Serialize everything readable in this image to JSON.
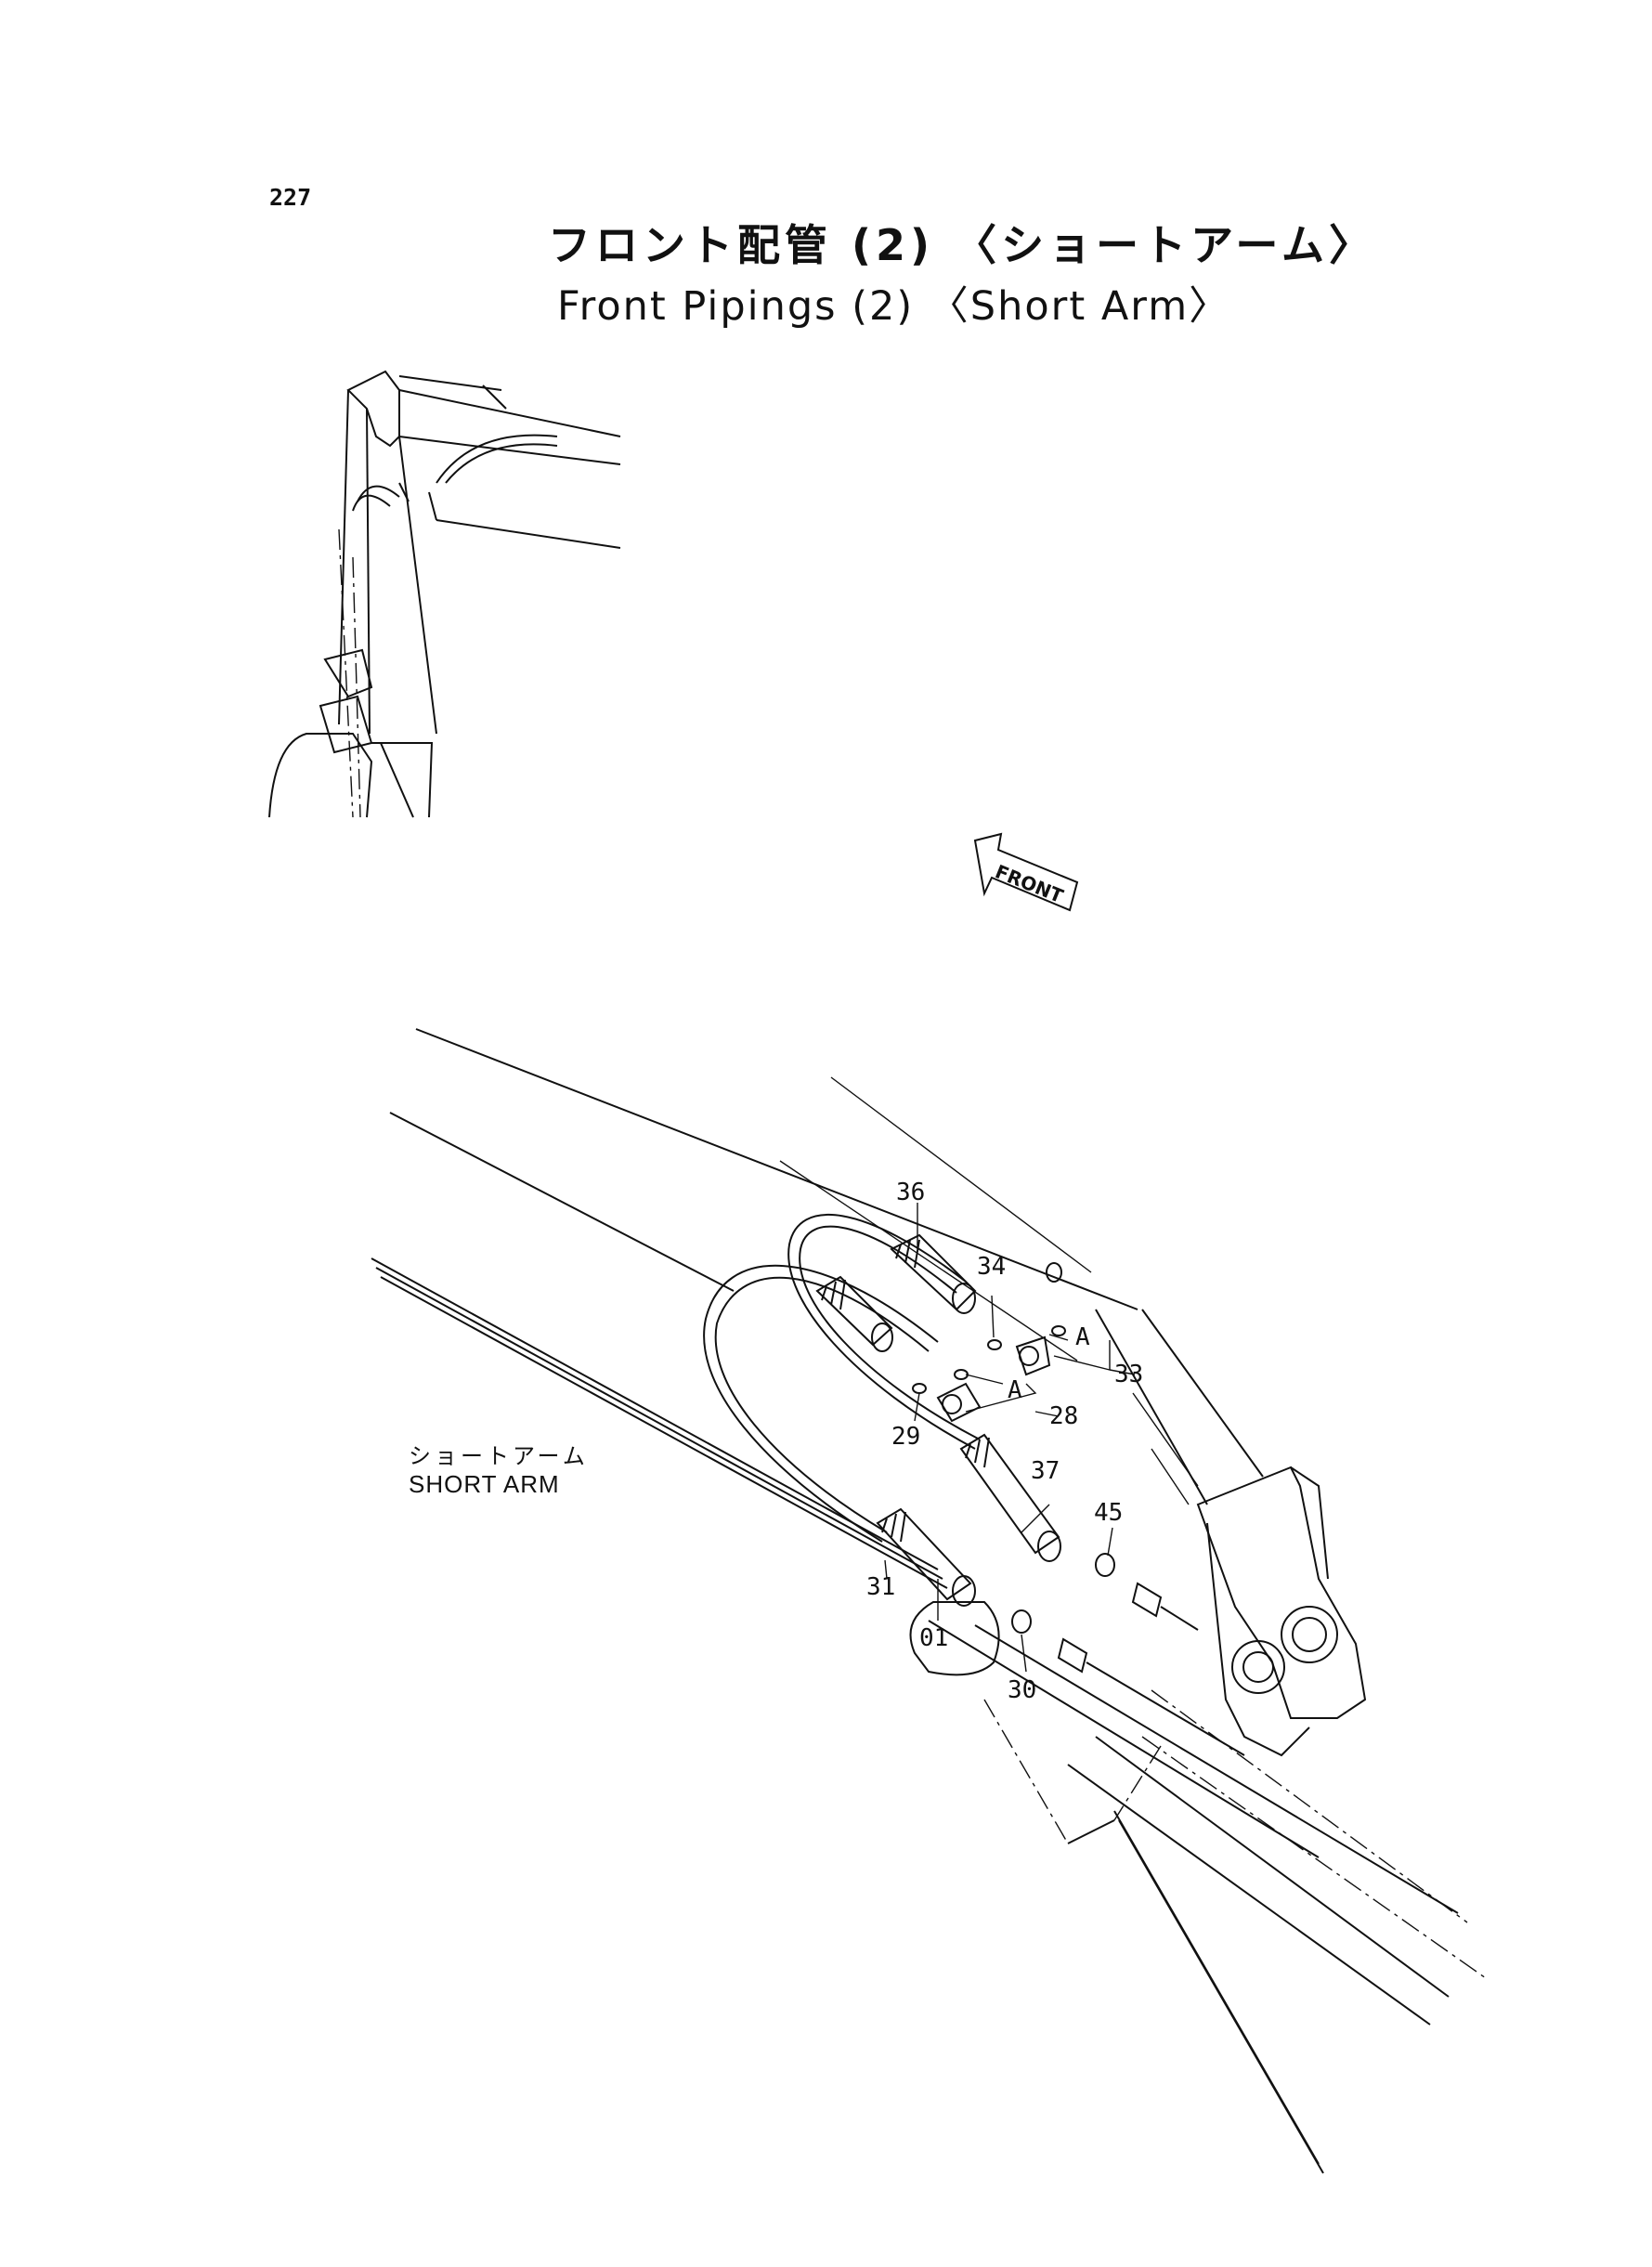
{
  "page_number": "227",
  "title": {
    "japanese": "フロント配管 (2) 〈ショートアーム〉",
    "english": "Front Pipings (2) 〈Short Arm〉"
  },
  "arrow_label": "FRONT",
  "arm_label": {
    "japanese": "ショートアーム",
    "english": "SHORT  ARM"
  },
  "callouts": {
    "c36": "36",
    "c34": "34",
    "cA1": "A",
    "c33": "33",
    "cA2": "A",
    "c28": "28",
    "c29": "29",
    "c37": "37",
    "c45": "45",
    "c31": "31",
    "c01": "01",
    "c30": "30"
  }
}
